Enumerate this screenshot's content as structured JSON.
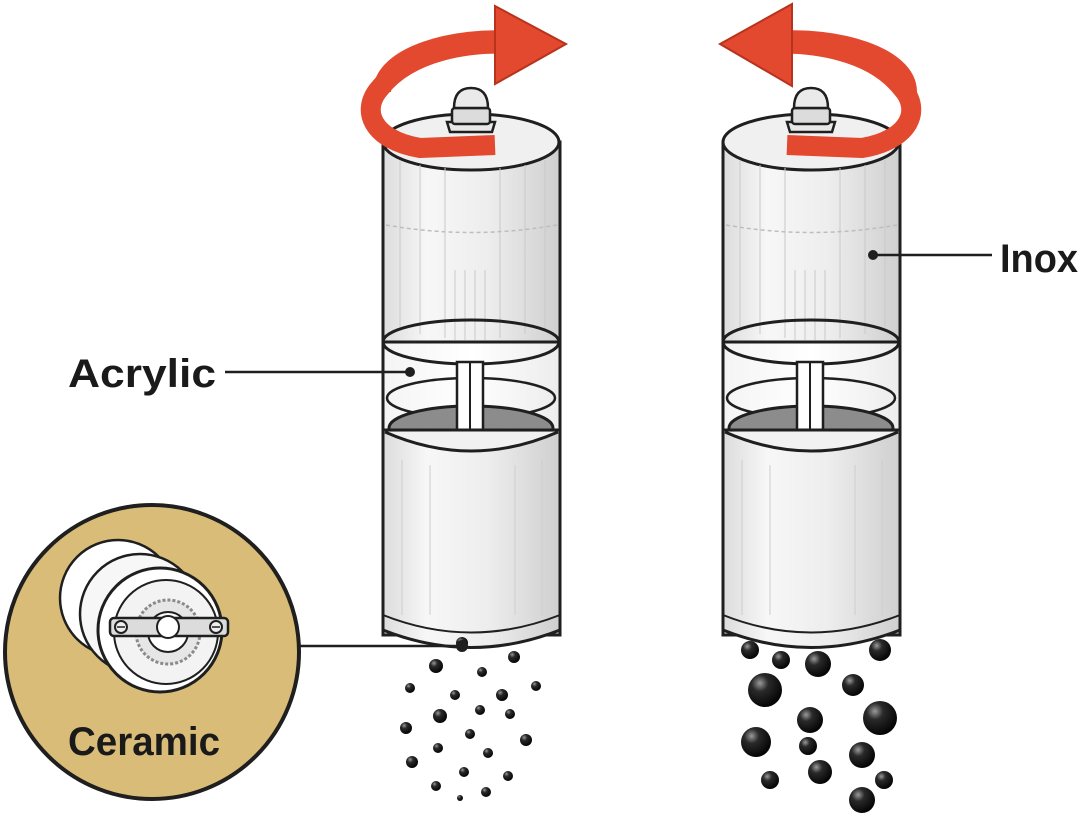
{
  "labels": {
    "acrylic": "Acrylic",
    "inox": "Inox",
    "ceramic": "Ceramic"
  },
  "colors": {
    "arrow": "#e2492f",
    "arrow_outline": "#b8321c",
    "badge": "#d9bc78",
    "body_fill": "#f2f2f2",
    "outline": "#1f1f1f",
    "grain": "#111111",
    "chamber_floor": "#8c8c8c"
  },
  "grinders": [
    {
      "name": "left-grinder",
      "rotation": "clockwise",
      "grind": "fine"
    },
    {
      "name": "right-grinder",
      "rotation": "counter-clockwise",
      "grind": "coarse"
    }
  ]
}
